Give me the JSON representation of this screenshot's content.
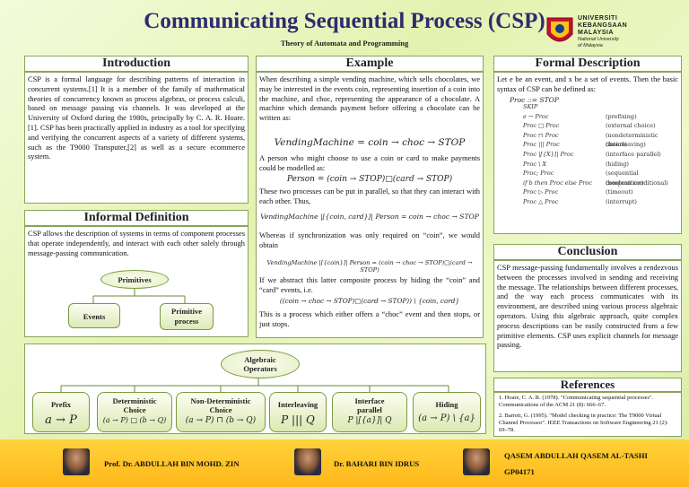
{
  "header": {
    "title": "Communicating Sequential Process (CSP)",
    "subtitle": "Theory of Automata and Programming",
    "university": [
      "UNIVERSITI",
      "KEBANGSAAN",
      "MALAYSIA"
    ],
    "university_en": [
      "National University",
      "of Malaysia"
    ]
  },
  "introduction": {
    "heading": "Introduction",
    "text": "CSP is a formal language for describing patterns of interaction in concurrent systems.[1] It is a member of the family of mathematical theories of concurrency known as process algebras, or process calculi, based on message passing via channels. It was developed at the University of Oxford during the 1980s, principally by C. A. R. Hoare. [1]. CSP has been practically applied in industry as a tool for specifying and verifying the concurrent aspects of a variety of different systems, such as the T9000 Transputer,[2] as well as a secure ecommerce system."
  },
  "informal": {
    "heading": "Informal Definition",
    "text": "CSP allows the description of systems in terms of component processes that operate independently, and interact with each other solely through message-passing communication.",
    "primitives": "Primitives",
    "events": "Events",
    "primitive_process": [
      "Primitive",
      "process"
    ]
  },
  "operators": {
    "heading": [
      "Algebraic",
      "Operators"
    ],
    "items": [
      {
        "label": [
          "Prefix"
        ],
        "symbol": "a → P"
      },
      {
        "label": [
          "Deterministic",
          "Choice"
        ],
        "symbol": "(a → P) □ (b → Q)"
      },
      {
        "label": [
          "Non-Deterministic",
          "Choice"
        ],
        "symbol": "(a → P) ⊓ (b → Q)"
      },
      {
        "label": [
          "Interleaving"
        ],
        "symbol": "P ||| Q"
      },
      {
        "label": [
          "Interface",
          "parallel"
        ],
        "symbol": "P |[{a}]| Q"
      },
      {
        "label": [
          "Hiding"
        ],
        "symbol": "(a → P) \\ {a}"
      }
    ]
  },
  "example": {
    "heading": "Example",
    "p1": "When describing a simple vending machine, which sells chocolates, we may be interested in the events coin, representing insertion of a coin into the machine, and choc, representing the appearance of a chocolate. A machine which demands payment before offering a chocolate can be written as:",
    "f1": "VendingMachine = coin → choc → STOP",
    "p2": "A person who might choose to use a coin or card to make payments could be modelled as:",
    "f2": "Person = (coin → STOP)□(card → STOP)",
    "p3": "These two processes can be put in parallel, so that they can interact with each other. Thus,",
    "f3": "VendingMachine |[{coin, card}]| Person = coin → choc → STOP",
    "p4": "Whereas if synchronization was only required on “coin”, we would obtain",
    "f4": "VendingMachine |[{coin}]| Person = (coin → choc → STOP)□(card → STOP)",
    "p5": "If we abstract this latter composite process by hiding the “coin” and “card” events, i.e.",
    "f5": "((coin → choc → STOP)□(card → STOP)) \\ {coin, card}",
    "p6": "This is a process which either offers a “choc” event and then stops, or just stops."
  },
  "formal": {
    "heading": "Formal Description",
    "text": "Let e be an event, and x be a set of events. Then the basic syntax of CSP can be defined as:",
    "proc_label": "Proc ::= STOP",
    "rows": [
      {
        "l": "SKIP",
        "r": ""
      },
      {
        "l": "e → Proc",
        "r": "(prefixing)"
      },
      {
        "l": "Proc □ Proc",
        "r": "(external choice)"
      },
      {
        "l": "Proc ⊓ Proc",
        "r": "(nondeterministic choice)"
      },
      {
        "l": "Proc ||| Proc",
        "r": "(interleaving)"
      },
      {
        "l": "Proc |[{X}]| Proc",
        "r": "(interface parallel)"
      },
      {
        "l": "Proc \\ X",
        "r": "(hiding)"
      },
      {
        "l": "Proc; Proc",
        "r": "(sequential composition)"
      },
      {
        "l": "if b then Proc else Proc",
        "r": "(boolean conditional)"
      },
      {
        "l": "Proc ▷ Proc",
        "r": "(timeout)"
      },
      {
        "l": "Proc △ Proc",
        "r": "(interrupt)"
      }
    ]
  },
  "conclusion": {
    "heading": "Conclusion",
    "text": "CSP message-passing fundamentally involves a rendezvous between the processes involved in sending and receiving the message. The relationships between different processes, and the way each process communicates with its environment, are described using various process algebraic operators. Using this algebraic approach, quite complex process descriptions can be easily constructed from a few primitive elements. CSP uses explicit channels for message passing."
  },
  "references": {
    "heading": "References",
    "r1": "1. Hoare, C. A. R. (1978). \"Communicating sequential processes\". Communications of the ACM 21 (8): 666–67.",
    "r2": "2. Barrett, G. (1995). \"Model checking in practice: The T9000 Virtual Channel Processor\". IEEE Transactions on Software Engineering 21 (2): 69–78."
  },
  "footer": {
    "p1": "Prof. Dr. ABDULLAH BIN MOHD. ZIN",
    "p2": "Dr. BAHARI BIN IDRUS",
    "p3_name": "QASEM ABDULLAH QASEM AL-TASHI",
    "p3_id": "GP04171"
  }
}
